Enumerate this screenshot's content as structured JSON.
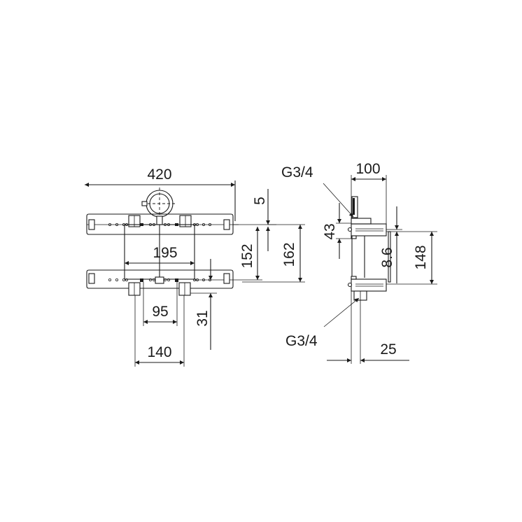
{
  "drawing": {
    "type": "technical dimension drawing",
    "views": [
      "front-view",
      "side-view"
    ],
    "line_color": "#1a1a1a",
    "background": "#ffffff"
  },
  "front_view": {
    "dimensions": {
      "overall_width": "420",
      "top_offset": "5",
      "rail_spacing": "152",
      "overall_height": "162",
      "body_width": "195",
      "outlet_spacing": "95",
      "outlet_depth": "31",
      "outlet_outer": "140"
    }
  },
  "side_view": {
    "dimensions": {
      "depth": "100",
      "inlet_offset": "43",
      "rail_thickness": "8.6",
      "plate_height": "148",
      "outlet_depth": "25"
    },
    "labels": {
      "top_thread": "G3/4",
      "bottom_thread": "G3/4"
    }
  }
}
